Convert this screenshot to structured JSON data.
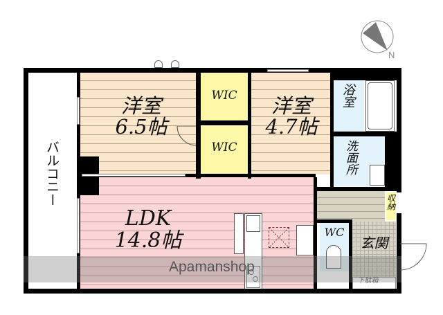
{
  "floorplan": {
    "rooms": {
      "balcony": {
        "label": "バルコニー"
      },
      "western_room_1": {
        "label_line1": "洋室",
        "label_line2": "6.5帖",
        "size_jo": 6.5
      },
      "wic_1": {
        "label": "WIC"
      },
      "wic_2": {
        "label": "WIC"
      },
      "western_room_2": {
        "label_line1": "洋室",
        "label_line2": "4.7帖",
        "size_jo": 4.7
      },
      "bathroom": {
        "label": "浴室"
      },
      "washroom": {
        "label": "洗面所"
      },
      "storage": {
        "label": "収納"
      },
      "ldk": {
        "label_line1": "LDK",
        "label_line2": "14.8帖",
        "size_jo": 14.8
      },
      "wc": {
        "label": "WC"
      },
      "entrance": {
        "label": "玄関"
      },
      "shoe_cabinet": {
        "label": "下駄箱"
      }
    },
    "compass": {
      "label": "N",
      "icon": "compass-icon"
    },
    "watermark": {
      "text": "Apamanshop"
    },
    "colors": {
      "western_room": "#fbe8cc",
      "ldk": "#fcd6d6",
      "wic": "#fdf9a8",
      "wet_area": "#e2f3fb",
      "hallway": "#d8d3c3",
      "wall": "#000000"
    }
  }
}
